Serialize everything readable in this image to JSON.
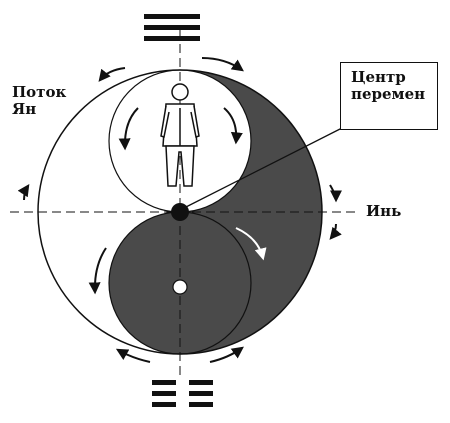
{
  "labels": {
    "yang_line1": "Поток",
    "yang_line2": "Ян",
    "yin": "Инь",
    "center_line1": "Центр",
    "center_line2": "перемен"
  },
  "trigrams": {
    "top": [
      "solid",
      "solid",
      "solid"
    ],
    "bottom": [
      "broken",
      "broken",
      "broken"
    ]
  },
  "colors": {
    "ink": "#111111",
    "yin_fill": "#4a4a4a",
    "paper": "#ffffff"
  },
  "icons": [
    "flow-arrow-icon",
    "human-figure-icon"
  ]
}
